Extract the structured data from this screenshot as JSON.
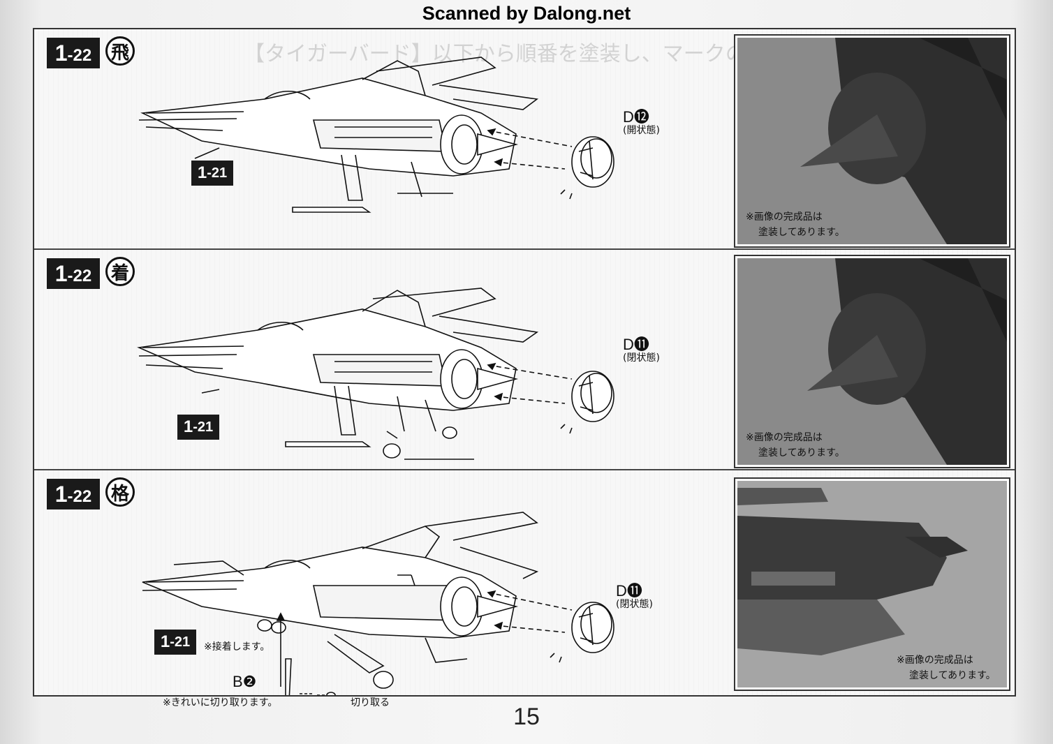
{
  "watermark": "Scanned by Dalong.net",
  "page_number": "15",
  "steps": [
    {
      "step_major": "1",
      "step_minor": "-22",
      "mode": "飛",
      "ref_major": "1",
      "ref_minor": "-21",
      "part": "D⓬",
      "state": "(開状態)",
      "photo_caption": [
        "※画像の完成品は",
        "塗装してあります。"
      ]
    },
    {
      "step_major": "1",
      "step_minor": "-22",
      "mode": "着",
      "ref_major": "1",
      "ref_minor": "-21",
      "part": "D⓫",
      "state": "(閉状態)",
      "photo_caption": [
        "※画像の完成品は",
        "塗装してあります。"
      ]
    },
    {
      "step_major": "1",
      "step_minor": "-22",
      "mode": "格",
      "ref_major": "1",
      "ref_minor": "-21",
      "ref_note": "※接着します。",
      "part": "D⓫",
      "state": "(閉状態)",
      "sub_part": "B❷",
      "sub_note": "※きれいに切り取ります。",
      "cut_label": "切り取る",
      "photo_caption": [
        "※画像の完成品は",
        "塗装してあります。"
      ]
    }
  ]
}
